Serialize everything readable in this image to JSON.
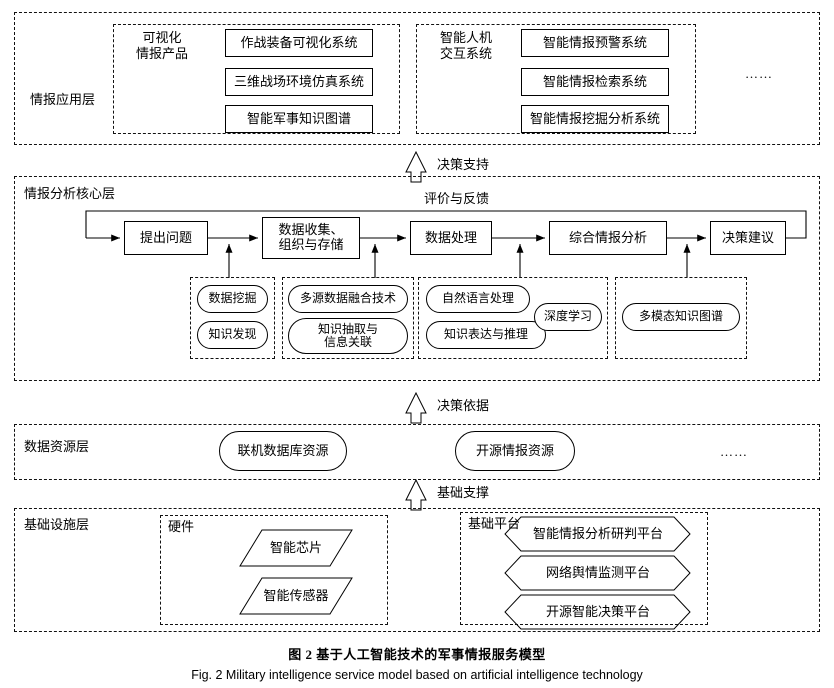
{
  "figure": {
    "caption_cn": "图 2   基于人工智能技术的军事情报服务模型",
    "caption_en": "Fig. 2   Military intelligence service model based on artificial intelligence technology"
  },
  "layers": {
    "application": {
      "label": "情报应用层",
      "groups": [
        {
          "label": "可视化\n情报产品",
          "items": [
            "作战装备可视化系统",
            "三维战场环境仿真系统",
            "智能军事知识图谱"
          ]
        },
        {
          "label": "智能人机\n交互系统",
          "items": [
            "智能情报预警系统",
            "智能情报检索系统",
            "智能情报挖掘分析系统"
          ]
        }
      ],
      "ellipsis": "……"
    },
    "core": {
      "label": "情报分析核心层",
      "feedback_label": "评价与反馈",
      "process": [
        "提出问题",
        "数据收集、\n组织与存储",
        "数据处理",
        "综合情报分析",
        "决策建议"
      ],
      "tech_groups": [
        {
          "items": [
            "数据挖掘",
            "知识发现"
          ]
        },
        {
          "items": [
            "多源数据融合技术",
            "知识抽取与\n信息关联"
          ]
        },
        {
          "items": [
            "自然语言处理",
            "知识表达与推理",
            "深度学习"
          ]
        },
        {
          "items": [
            "多模态知识图谱"
          ]
        }
      ]
    },
    "data_resource": {
      "label": "数据资源层",
      "items": [
        "联机数据库资源",
        "开源情报资源"
      ],
      "ellipsis": "……"
    },
    "infrastructure": {
      "label": "基础设施层",
      "groups": [
        {
          "label": "硬件",
          "items": [
            "智能芯片",
            "智能传感器"
          ]
        },
        {
          "label": "基础平台",
          "items": [
            "智能情报分析研判平台",
            "网络舆情监测平台",
            "开源智能决策平台"
          ]
        }
      ]
    }
  },
  "connectors": [
    {
      "label": "决策支持"
    },
    {
      "label": "决策依据"
    },
    {
      "label": "基础支撑"
    }
  ]
}
